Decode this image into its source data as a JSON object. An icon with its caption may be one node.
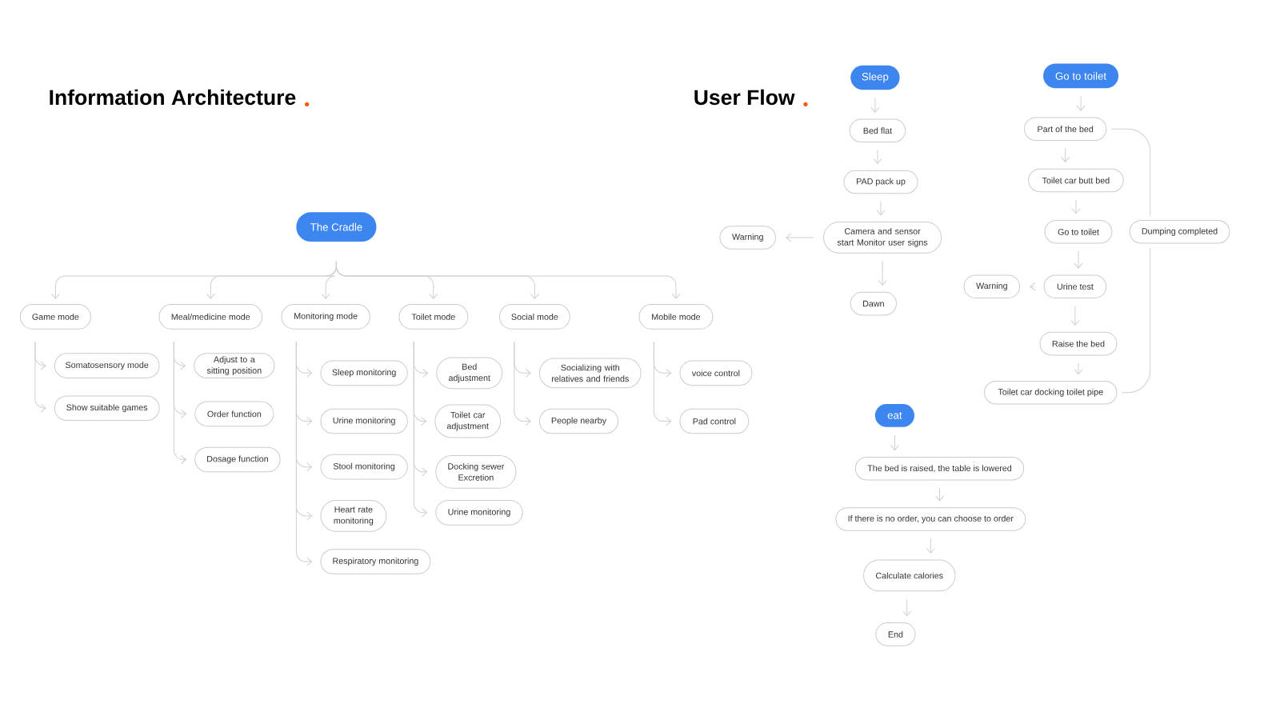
{
  "diagram": {
    "title": "Information Architecture",
    "nodes": [
      {
        "text": [
          "The Cradle"
        ]
      },
      {
        "text": [
          "Game mode"
        ]
      },
      {
        "text": [
          "Meal/medicine mode"
        ]
      },
      {
        "text": [
          "Monitoring mode"
        ]
      },
      {
        "text": [
          "Toilet mode"
        ]
      },
      {
        "text": [
          "Social mode"
        ]
      },
      {
        "text": [
          "Mobile mode"
        ]
      },
      {
        "text": [
          "Somatosensory mode"
        ]
      },
      {
        "text": [
          "Show suitable games"
        ]
      },
      {
        "text": [
          "Adjust to a sitting position"
        ]
      },
      {
        "text": [
          "Order function"
        ]
      },
      {
        "text": [
          "Dosage function"
        ]
      },
      {
        "text": [
          "Sleep monitoring"
        ]
      },
      {
        "text": [
          "Urine monitoring"
        ]
      },
      {
        "text": [
          "Stool monitoring"
        ]
      },
      {
        "text": [
          "Heart rate monitoring"
        ]
      },
      {
        "text": [
          "Respiratory monitoring"
        ]
      },
      {
        "text": [
          "Bed adjustment"
        ]
      },
      {
        "text": [
          "Toilet car adjustment"
        ]
      },
      {
        "text": [
          "Docking sewer Excretion"
        ]
      },
      {
        "text": [
          "Urine monitoring"
        ]
      },
      {
        "text": [
          "Socializing with relatives and friends"
        ]
      },
      {
        "text": [
          "People nearby"
        ]
      },
      {
        "text": [
          "voice control"
        ]
      },
      {
        "text": [
          "Pad control"
        ]
      },
      {
        "text": [
          "Sleep"
        ]
      },
      {
        "text": [
          "Bed flat"
        ]
      },
      {
        "text": [
          "PAD pack up"
        ]
      },
      {
        "text": [
          "Camera and sensor start Monitor user signs"
        ]
      },
      {
        "text": [
          "Warning"
        ]
      },
      {
        "text": [
          "Dawn"
        ]
      },
      {
        "text": [
          "Go to toilet"
        ]
      },
      {
        "text": [
          "Part of the bed"
        ]
      },
      {
        "text": [
          "Toilet car butt bed"
        ]
      },
      {
        "text": [
          "Go to toilet"
        ]
      },
      {
        "text": [
          "Dumping completed"
        ]
      },
      {
        "text": [
          "Urine test"
        ]
      },
      {
        "text": [
          "Warning"
        ]
      },
      {
        "text": [
          "Raise the bed"
        ]
      },
      {
        "text": [
          "Toilet car docking toilet pipe"
        ]
      },
      {
        "text": [
          "eat"
        ]
      },
      {
        "text": [
          "The bed is raised, the table is lowered"
        ]
      },
      {
        "text": [
          "If there is no order, you can choose to order"
        ]
      },
      {
        "text": [
          "Calculate calories"
        ]
      },
      {
        "text": [
          "End"
        ]
      }
    ],
    "edges": [
      {
        "from": 0,
        "to": 1,
        "arrow": "to"
      },
      {
        "from": 0,
        "to": 2,
        "arrow": "to"
      },
      {
        "from": 0,
        "to": 3,
        "arrow": "to"
      },
      {
        "from": 0,
        "to": 4,
        "arrow": "to"
      },
      {
        "from": 0,
        "to": 5,
        "arrow": "to"
      },
      {
        "from": 0,
        "to": 6,
        "arrow": "to"
      },
      {
        "from": 1,
        "to": 7,
        "arrow": "to"
      },
      {
        "from": 1,
        "to": 8,
        "arrow": "to"
      },
      {
        "from": 2,
        "to": 9,
        "arrow": "to"
      },
      {
        "from": 2,
        "to": 10,
        "arrow": "to"
      },
      {
        "from": 2,
        "to": 11,
        "arrow": "to"
      },
      {
        "from": 3,
        "to": 12,
        "arrow": "to"
      },
      {
        "from": 3,
        "to": 13,
        "arrow": "to"
      },
      {
        "from": 3,
        "to": 14,
        "arrow": "to"
      },
      {
        "from": 3,
        "to": 15,
        "arrow": "to"
      },
      {
        "from": 3,
        "to": 16,
        "arrow": "to"
      },
      {
        "from": 4,
        "to": 17,
        "arrow": "to"
      },
      {
        "from": 4,
        "to": 18,
        "arrow": "to"
      },
      {
        "from": 4,
        "to": 19,
        "arrow": "to"
      },
      {
        "from": 4,
        "to": 20,
        "arrow": "to"
      },
      {
        "from": 5,
        "to": 21,
        "arrow": "to"
      },
      {
        "from": 5,
        "to": 22,
        "arrow": "to"
      },
      {
        "from": 6,
        "to": 23,
        "arrow": "to"
      },
      {
        "from": 6,
        "to": 24,
        "arrow": "to"
      },
      {
        "from": 25,
        "to": 26,
        "arrow": "to"
      },
      {
        "from": 26,
        "to": 27,
        "arrow": "to"
      },
      {
        "from": 27,
        "to": 28,
        "arrow": "to"
      },
      {
        "from": 28,
        "to": 29,
        "arrow": "to"
      },
      {
        "from": 28,
        "to": 30,
        "arrow": "to"
      },
      {
        "from": 31,
        "to": 32,
        "arrow": "to"
      },
      {
        "from": 32,
        "to": 33,
        "arrow": "to"
      },
      {
        "from": 33,
        "to": 34,
        "arrow": "to"
      },
      {
        "from": 34,
        "to": 36,
        "arrow": "to"
      },
      {
        "from": 36,
        "to": 37,
        "arrow": "to"
      },
      {
        "from": 36,
        "to": 38,
        "arrow": "to"
      },
      {
        "from": 38,
        "to": 39,
        "arrow": "to"
      },
      {
        "from": 32,
        "to": 35,
        "arrow": "none"
      },
      {
        "from": 35,
        "to": 39,
        "arrow": "none"
      },
      {
        "from": 40,
        "to": 41,
        "arrow": "to"
      },
      {
        "from": 41,
        "to": 42,
        "arrow": "to"
      },
      {
        "from": 42,
        "to": 43,
        "arrow": "to"
      },
      {
        "from": 43,
        "to": 44,
        "arrow": "to"
      }
    ],
    "labels": [
      "User Flow"
    ]
  }
}
